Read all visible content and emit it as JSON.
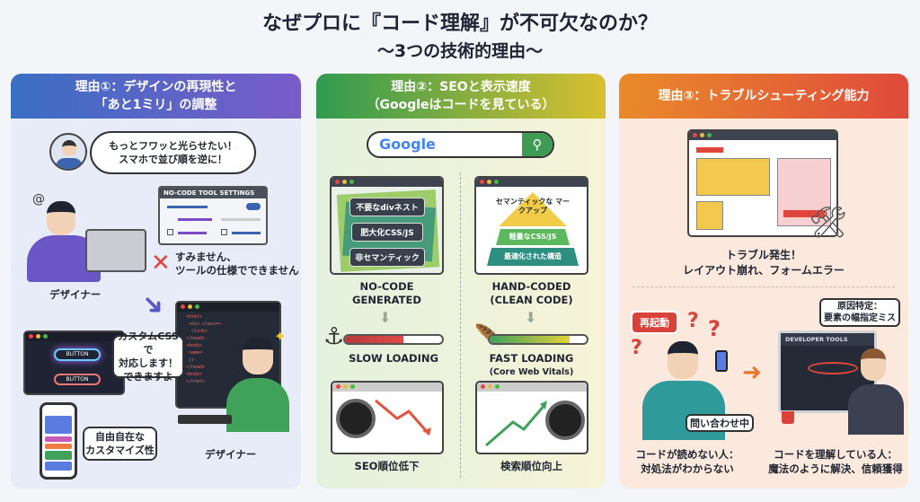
{
  "title": "なぜプロに『コード理解』が不可欠なのか？",
  "subtitle": "〜3つの技術的理由〜",
  "panel1": {
    "header_line1": "理由①：デザインの再現性と",
    "header_line2": "「あと1ミリ」の調整",
    "client_line1": "もっとフワッと光らせたい！",
    "client_line2": "スマホで並び順を逆に！",
    "settings_title": "NO-CODE TOOL SETTINGS",
    "refusal_line1": "すみません、",
    "refusal_line2": "ツールの仕様でできません",
    "designer_label_1": "デザイナー",
    "button_label_1": "BUTTON",
    "button_label_2": "BUTTON",
    "css_line1": "カスタムCSSで",
    "css_line2": "対応します！",
    "css_line3": "できますよ",
    "custom_line1": "自由自在な",
    "custom_line2": "カスタマイズ性",
    "designer_label_2": "デザイナー"
  },
  "panel2": {
    "header_line1": "理由②：SEOと表示速度",
    "header_line2": "（Googleはコードを見ている）",
    "search_logo": "Google",
    "nocode_tags": [
      "不要なdivネスト",
      "肥大化CSS/JS",
      "非セマンティック"
    ],
    "pyramid": [
      "セマンティックな マークアップ",
      "軽量なCSS/JS",
      "最適化された構造"
    ],
    "nocode_label_1": "NO-CODE",
    "nocode_label_2": "GENERATED",
    "hand_label_1": "HAND-CODED",
    "hand_label_2": "(CLEAN CODE)",
    "slow_label": "SLOW LOADING",
    "slow_progress": 0.6,
    "fast_label": "FAST LOADING",
    "fast_sub": "(Core Web Vitals)",
    "fast_progress": 0.82,
    "seo_down": "SEO順位低下",
    "seo_up": "検索順位向上"
  },
  "panel3": {
    "header": "理由③：トラブルシューティング能力",
    "trouble_line1": "トラブル発生！",
    "trouble_line2": "レイアウト崩れ、フォームエラー",
    "restart_tag": "再起動",
    "inquiry": "問い合わせ中",
    "devtools_title": "DEVELOPER TOOLS",
    "cause_line1": "原因特定：",
    "cause_line2": "要素の幅指定ミス",
    "left_caption_1": "コードが読めない人：",
    "left_caption_2": "対処法がわからない",
    "right_caption_1": "コードを理解している人：",
    "right_caption_2": "魔法のように解決、信頼獲得"
  }
}
